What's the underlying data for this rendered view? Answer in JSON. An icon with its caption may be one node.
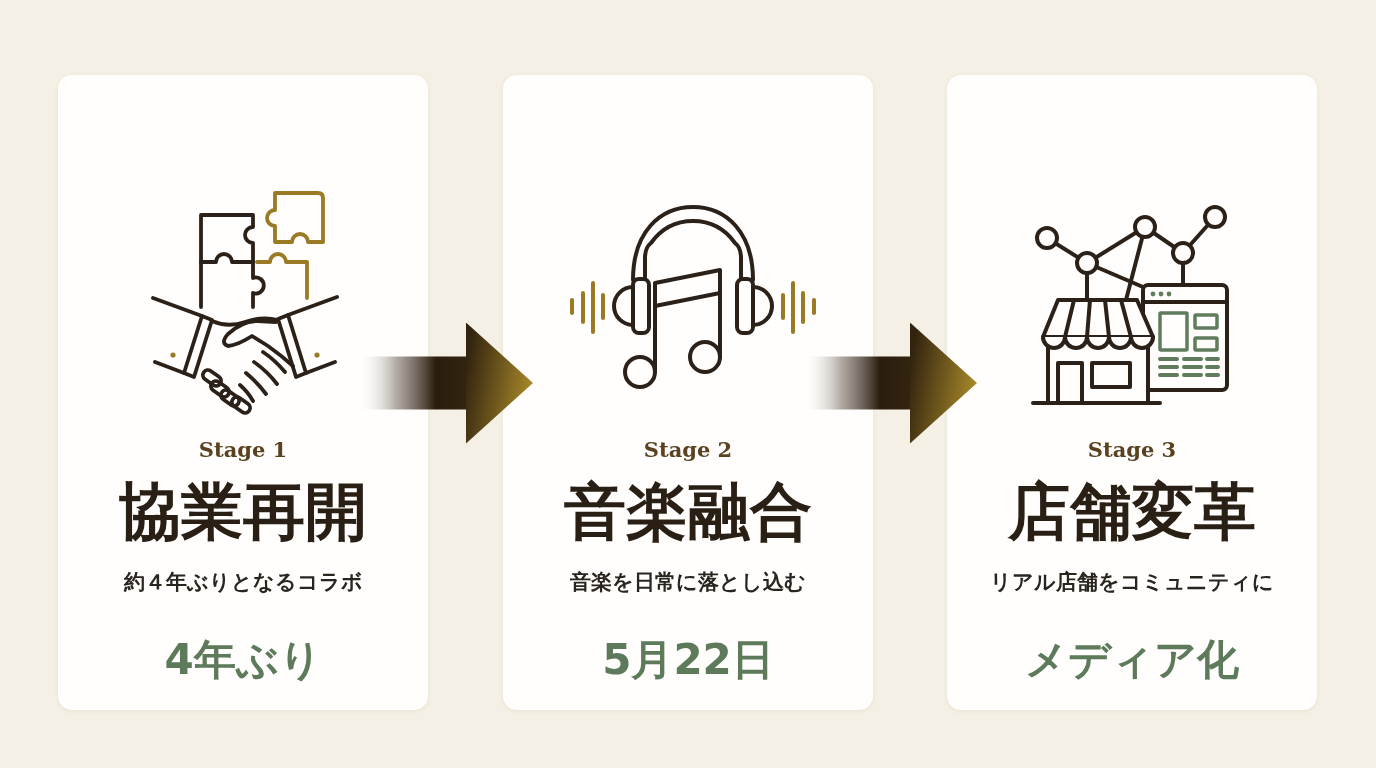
{
  "diagram": {
    "nodes": [
      {
        "text": [
          "Stage 1",
          "協業再開",
          "約４年ぶりとなるコラボ",
          "4年ぶり"
        ]
      },
      {
        "text": [
          "Stage 2",
          "音楽融合",
          "音楽を日常に落とし込む",
          "5月22日"
        ]
      },
      {
        "text": [
          "Stage 3",
          "店舗変革",
          "リアル店舗をコミュニティに",
          "メディア化"
        ]
      }
    ],
    "edges": [
      {
        "from": 0,
        "to": 1,
        "arrow": "to"
      },
      {
        "from": 1,
        "to": 2,
        "arrow": "to"
      }
    ]
  }
}
